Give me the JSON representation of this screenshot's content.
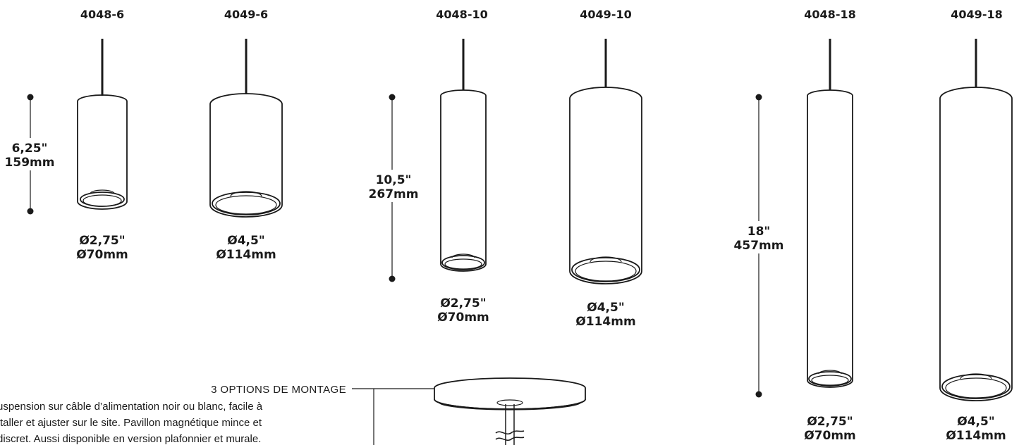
{
  "fixtures": [
    {
      "model": "4048-6",
      "dia_in": "Ø2,75\"",
      "dia_mm": "Ø70mm"
    },
    {
      "model": "4049-6",
      "dia_in": "Ø4,5\"",
      "dia_mm": "Ø114mm"
    },
    {
      "model": "4048-10",
      "dia_in": "Ø2,75\"",
      "dia_mm": "Ø70mm"
    },
    {
      "model": "4049-10",
      "dia_in": "Ø4,5\"",
      "dia_mm": "Ø114mm"
    },
    {
      "model": "4048-18",
      "dia_in": "Ø2,75\"",
      "dia_mm": "Ø70mm"
    },
    {
      "model": "4049-18",
      "dia_in": "Ø4,5\"",
      "dia_mm": "Ø114mm"
    }
  ],
  "heights": [
    {
      "in": "6,25\"",
      "mm": "159mm"
    },
    {
      "in": "10,5\"",
      "mm": "267mm"
    },
    {
      "in": "18\"",
      "mm": "457mm"
    }
  ],
  "mounting": {
    "title": "3 OPTIONS DE MONTAGE",
    "lines": [
      "uspension sur câble d’alimentation noir ou blanc, facile à",
      "taller et ajuster sur le site. Pavillon magnétique mince et",
      "discret. Aussi disponible en version plafonnier et murale."
    ]
  }
}
